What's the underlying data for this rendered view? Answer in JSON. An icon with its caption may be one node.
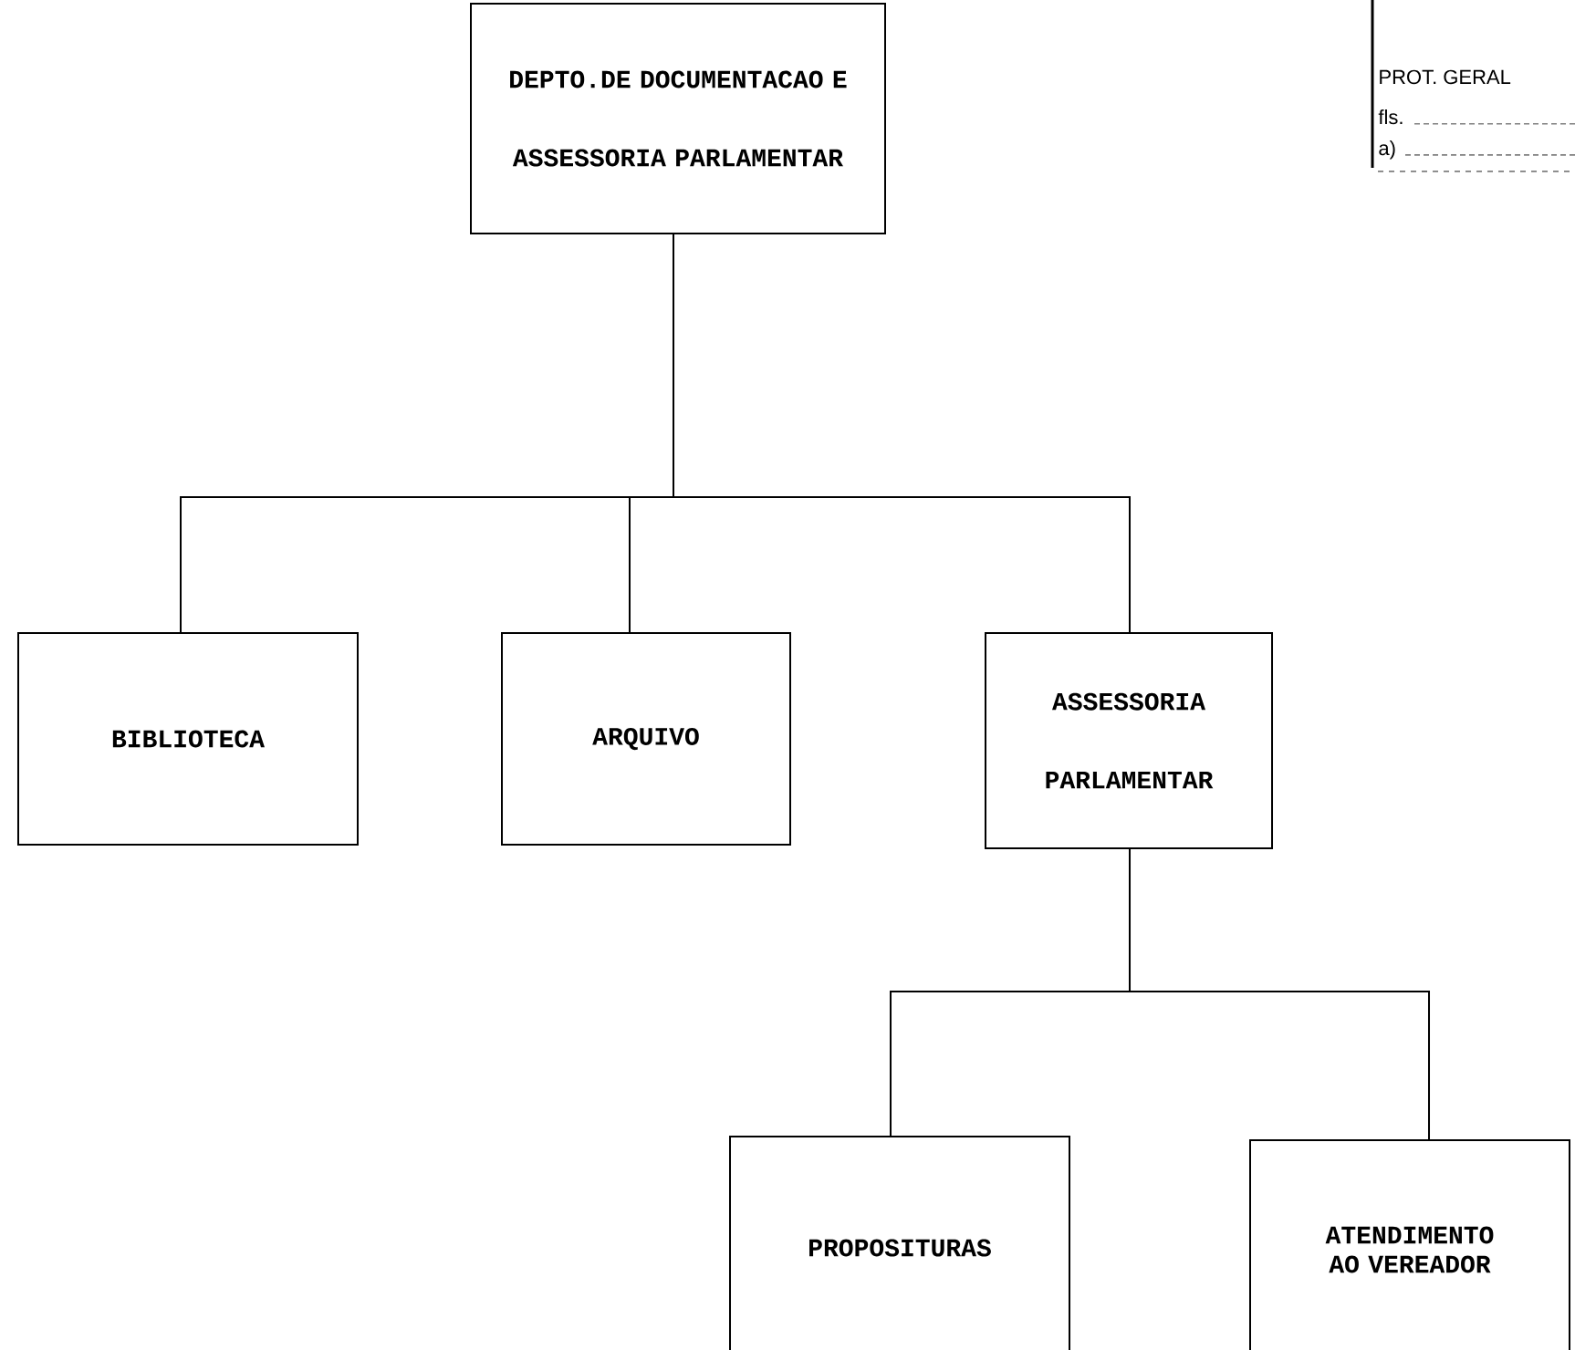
{
  "diagram": {
    "nodes": [
      {
        "text": [
          "DEPTO.DE DOCUMENTACAO E ASSESSORIA PARLAMENTAR"
        ]
      },
      {
        "text": [
          "BIBLIOTECA"
        ]
      },
      {
        "text": [
          "ARQUIVO"
        ]
      },
      {
        "text": [
          "ASSESSORIA PARLAMENTAR"
        ]
      },
      {
        "text": [
          "PROPOSITURAS"
        ]
      },
      {
        "text": [
          "ATENDIMENTO AO VEREADOR"
        ]
      }
    ],
    "edges": [
      {
        "from": 0,
        "to": 1,
        "arrow": "none"
      },
      {
        "from": 0,
        "to": 2,
        "arrow": "none"
      },
      {
        "from": 0,
        "to": 3,
        "arrow": "none"
      },
      {
        "from": 3,
        "to": 4,
        "arrow": "none"
      },
      {
        "from": 3,
        "to": 5,
        "arrow": "none"
      }
    ],
    "labels": [
      "PROT. GERAL",
      "fls.",
      "a)"
    ]
  }
}
